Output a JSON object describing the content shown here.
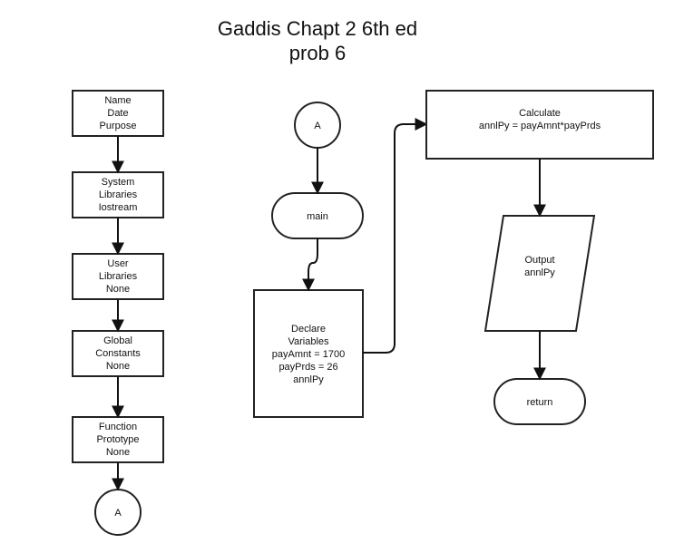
{
  "title": [
    "Gaddis Chapt 2 6th ed",
    "prob 6"
  ],
  "nodes": {
    "name_box": [
      "Name",
      "Date",
      "Purpose"
    ],
    "system_libraries": [
      "System",
      "Libraries",
      "Iostream"
    ],
    "user_libraries": [
      "User",
      "Libraries",
      "None"
    ],
    "global_constants": [
      "Global",
      "Constants",
      "None"
    ],
    "function_prototype": [
      "Function",
      "Prototype",
      "None"
    ],
    "connector_bottom": "A",
    "connector_top": "A",
    "main_terminal": "main",
    "declare_box": [
      "Declare",
      "Variables",
      "payAmnt = 1700",
      "payPrds = 26",
      "annlPy"
    ],
    "calculate_box": [
      "Calculate",
      "annlPy = payAmnt*payPrds"
    ],
    "output_box": [
      "Output",
      "annlPy"
    ],
    "return_terminal": "return"
  },
  "colors": {
    "stroke": "#222222",
    "text": "#111111",
    "background": "#ffffff"
  }
}
